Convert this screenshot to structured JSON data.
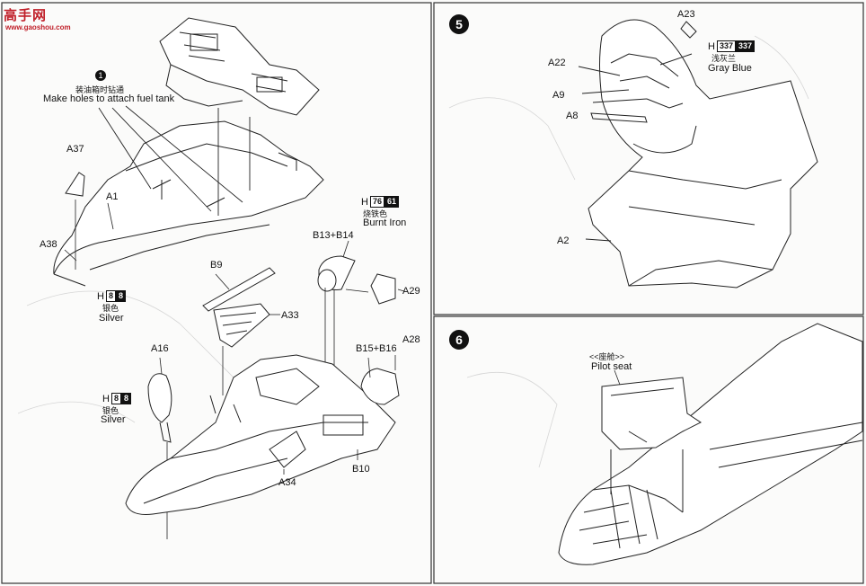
{
  "watermark": {
    "text": "高手网",
    "sub": "www.gaoshou.com"
  },
  "panel_left": {
    "note": {
      "marker": "1",
      "cn": "装油箱时钻通",
      "en": "Make holes to attach fuel tank"
    },
    "labels": [
      "A37",
      "A1",
      "A38",
      "B9",
      "A33",
      "A16",
      "A34",
      "B10",
      "B13+B14",
      "A29",
      "A28",
      "B15+B16"
    ],
    "paint_silver_1": {
      "h": "H",
      "c1": "8",
      "c2": "8",
      "cn": "银色",
      "en": "Silver"
    },
    "paint_silver_2": {
      "h": "H",
      "c1": "8",
      "c2": "8",
      "cn": "银色",
      "en": "Silver"
    },
    "paint_burnt_iron": {
      "h": "H",
      "c1": "76",
      "c2": "61",
      "cn": "烧铁色",
      "en": "Burnt Iron"
    }
  },
  "panel_step5": {
    "step": "5",
    "labels": [
      "A23",
      "A22",
      "A9",
      "A8",
      "A2"
    ],
    "paint_gray_blue": {
      "h": "H",
      "c1": "337",
      "c2": "337",
      "cn": "浅灰兰",
      "en": "Gray Blue"
    }
  },
  "panel_step6": {
    "step": "6",
    "pilot_seat_cn": "<<座舱>>",
    "pilot_seat_en": "Pilot seat"
  }
}
